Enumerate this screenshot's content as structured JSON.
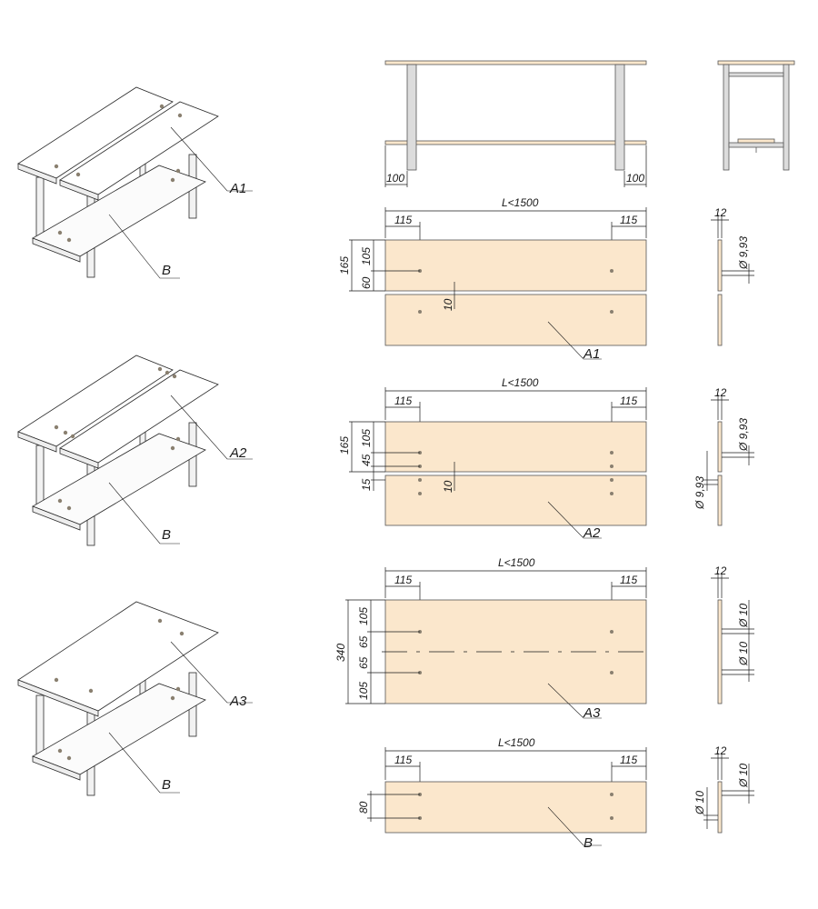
{
  "colors": {
    "board_fill": "#fbe7cc",
    "line": "#1a1a1a",
    "leg_fill": "#dcdcdc"
  },
  "views": {
    "front_left": "100",
    "front_right": "100"
  },
  "rows": [
    {
      "part": "A1",
      "base": "B",
      "length": "L<1500",
      "offset_left": "115",
      "offset_right": "115",
      "v_dims": [
        "165",
        "105",
        "60"
      ],
      "gap": "10",
      "thickness": "12",
      "hole_dia": [
        "Ø 9,93"
      ]
    },
    {
      "part": "A2",
      "base": "B",
      "length": "L<1500",
      "offset_left": "115",
      "offset_right": "115",
      "v_dims": [
        "165",
        "105",
        "45",
        "15"
      ],
      "gap": "10",
      "thickness": "12",
      "hole_dia": [
        "Ø 9,93",
        "Ø 9,93"
      ]
    },
    {
      "part": "A3",
      "base": "B",
      "length": "L<1500",
      "offset_left": "115",
      "offset_right": "115",
      "v_dims": [
        "340",
        "105",
        "65",
        "65",
        "105"
      ],
      "thickness": "12",
      "hole_dia": [
        "Ø 10",
        "Ø 10"
      ]
    },
    {
      "part": "B",
      "length": "L<1500",
      "offset_left": "115",
      "offset_right": "115",
      "v_dims": [
        "80"
      ],
      "thickness": "12",
      "hole_dia": [
        "Ø 10",
        "Ø 10"
      ]
    }
  ]
}
